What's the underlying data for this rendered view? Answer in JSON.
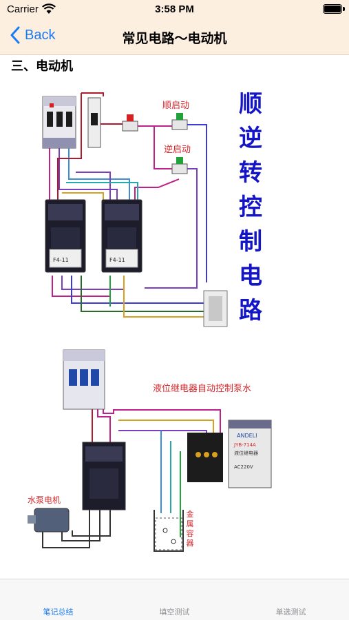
{
  "status_bar": {
    "carrier": "Carrier",
    "time": "3:58 PM"
  },
  "nav": {
    "back_label": "Back",
    "title": "常见电路～电动机"
  },
  "content": {
    "section_title": "三、电动机",
    "diagram1": {
      "vertical_title": [
        "顺",
        "逆",
        "转",
        "控",
        "制",
        "电",
        "路"
      ],
      "forward_start_label": "顺启动",
      "reverse_start_label": "逆启动",
      "contactor_model": "F4-11"
    },
    "diagram2": {
      "title": "液位继电器自动控制泵水",
      "pump_motor_label": "水泵电机",
      "metal_container_label": [
        "金",
        "属",
        "容",
        "器"
      ],
      "relay_brand": "ANDELI",
      "relay_model": "JYB-714A",
      "relay_name": "液位继电器",
      "relay_voltage": "AC220V"
    },
    "colors": {
      "accent": "#1a7cf5",
      "header_bg": "#fdefe0",
      "vertical_title": "#1515c8",
      "label_red": "#d8262a"
    }
  },
  "tabs": [
    {
      "label": "笔记总结",
      "active": true
    },
    {
      "label": "填空测试",
      "active": false
    },
    {
      "label": "单选测试",
      "active": false
    }
  ]
}
